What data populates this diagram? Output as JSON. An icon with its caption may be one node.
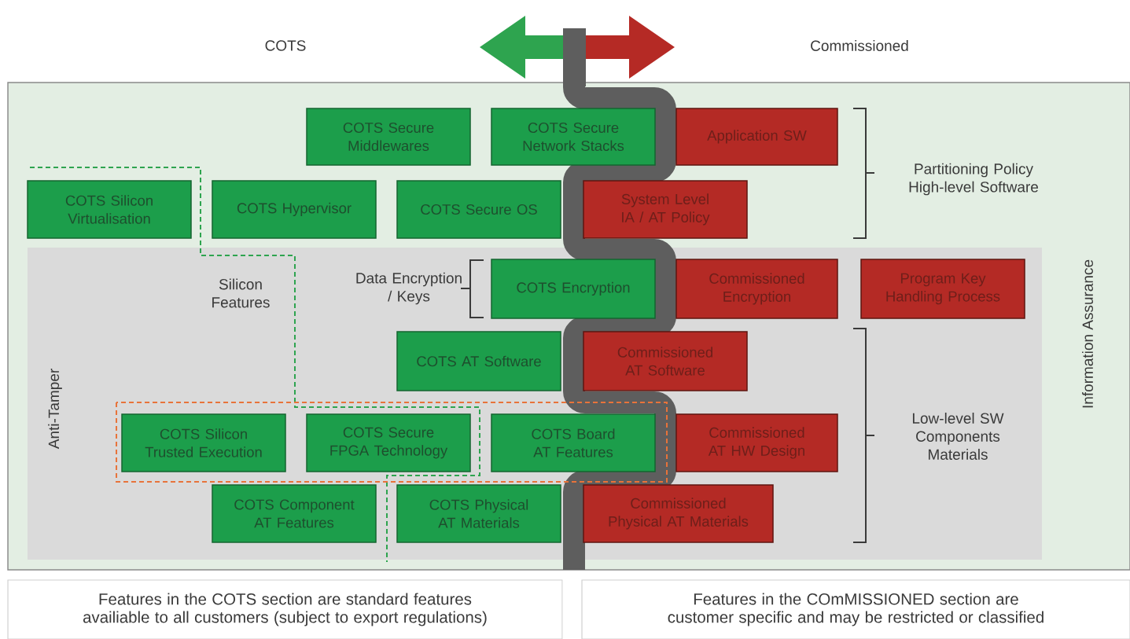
{
  "diagram": {
    "nodes": [
      {
        "text": [
          "Information Assurance"
        ]
      },
      {
        "text": [
          "Anti-Tamper"
        ],
        "in": 0
      },
      {
        "text": [
          "COTS Secure Middlewares"
        ],
        "in": 0
      },
      {
        "text": [
          "COTS Secure Network Stacks"
        ],
        "in": 0
      },
      {
        "text": [
          "Application SW"
        ],
        "in": 0
      },
      {
        "text": [
          "COTS Silicon Virtualisation"
        ],
        "in": 0
      },
      {
        "text": [
          "COTS Hypervisor"
        ],
        "in": 0
      },
      {
        "text": [
          "COTS Secure OS"
        ],
        "in": 0
      },
      {
        "text": [
          "System Level IA / AT Policy"
        ],
        "in": 0
      },
      {
        "text": [
          "COTS Encryption"
        ],
        "in": 1
      },
      {
        "text": [
          "Commissioned Encryption"
        ],
        "in": 1
      },
      {
        "text": [
          "Program Key Handling Process"
        ],
        "in": 1
      },
      {
        "text": [
          "COTS AT Software"
        ],
        "in": 1
      },
      {
        "text": [
          "Commissioned AT Software"
        ],
        "in": 1
      },
      {
        "text": [
          "COTS Silicon Trusted Execution"
        ],
        "in": 1
      },
      {
        "text": [
          "COTS Secure FPGA Technology"
        ],
        "in": 1
      },
      {
        "text": [
          "COTS Board AT Features"
        ],
        "in": 1
      },
      {
        "text": [
          "Commissioned AT HW Design"
        ],
        "in": 1
      },
      {
        "text": [
          "COTS Component AT Features"
        ],
        "in": 1
      },
      {
        "text": [
          "COTS Physical AT Materials"
        ],
        "in": 1
      },
      {
        "text": [
          "Commissioned Physical AT Materials"
        ],
        "in": 1
      },
      {
        "text": [
          "Features in the COTS section are standard features availiable to all customers (subject to export regulations)"
        ]
      },
      {
        "text": [
          "Features in the COmMISSIONED section are customer specific and may be restricted or classified"
        ]
      }
    ],
    "labels": [
      "COTS",
      "Commissioned",
      "Partitioning Policy High-level Software",
      "Silicon Features",
      "Data Encryption / Keys",
      "Low-level SW Components Materials"
    ]
  }
}
